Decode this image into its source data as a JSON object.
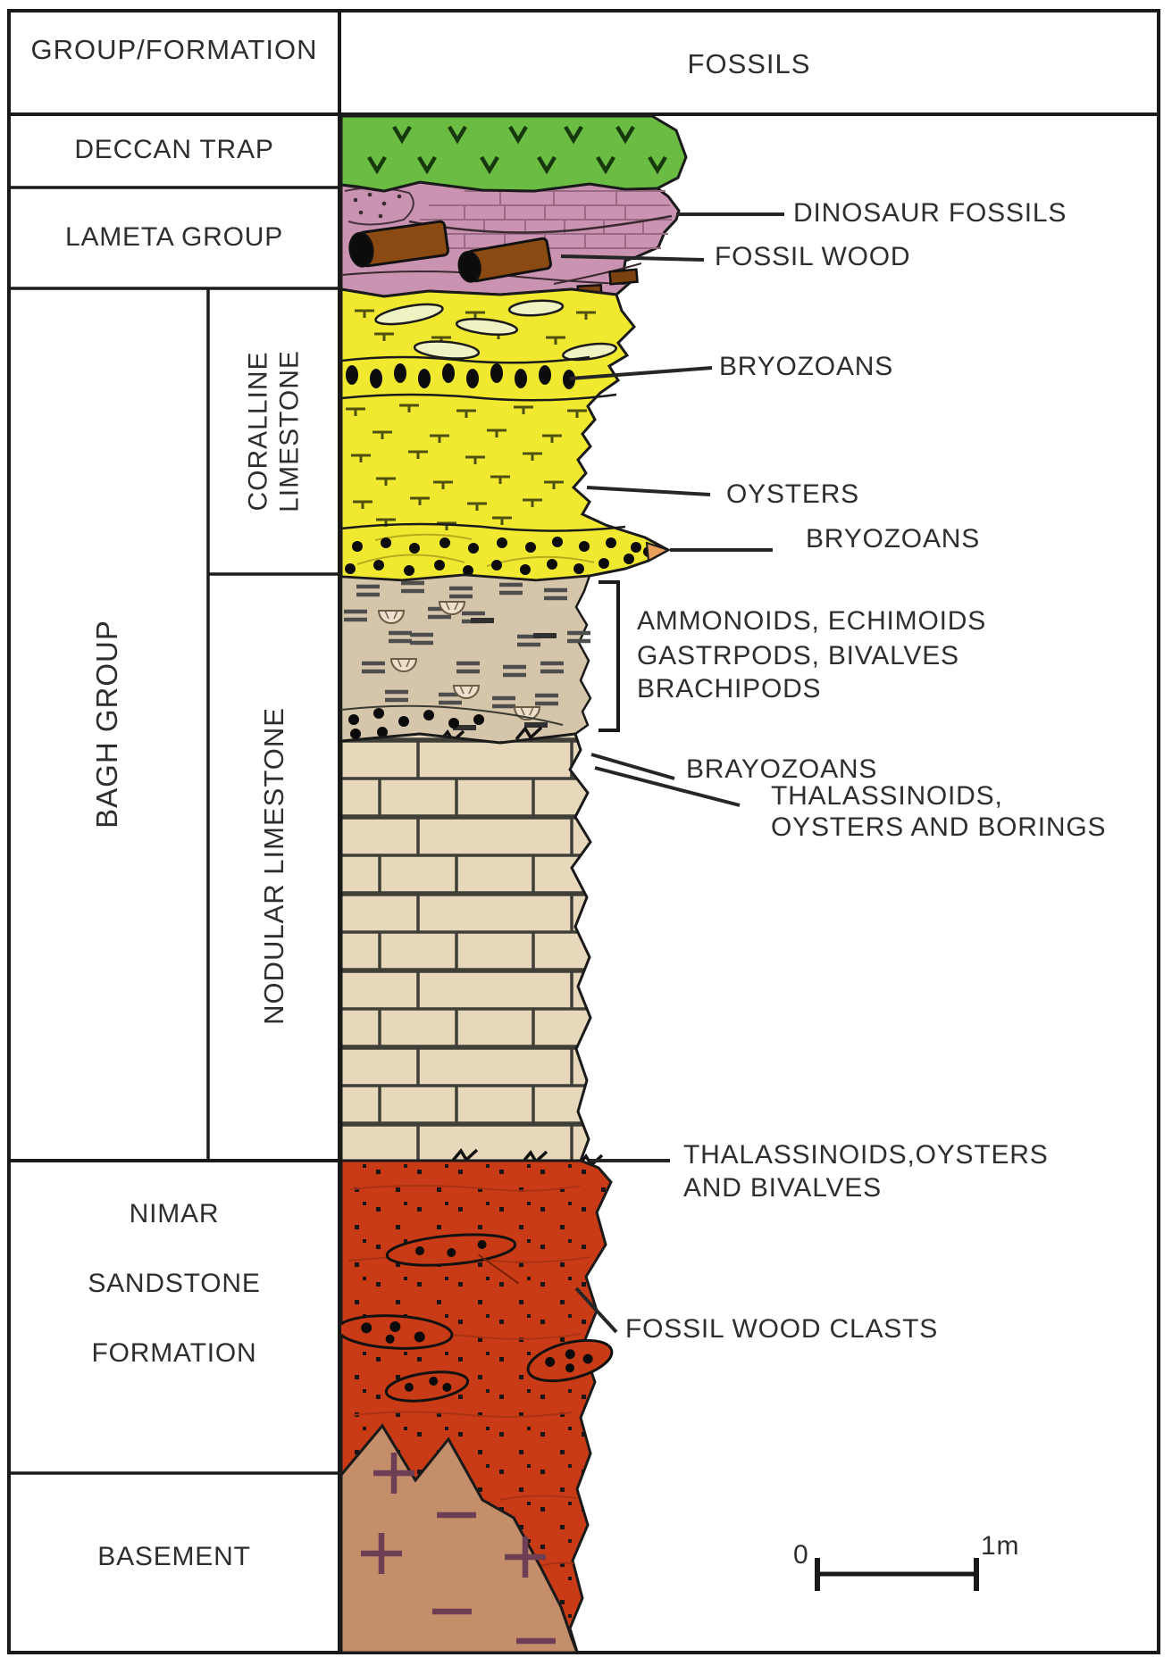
{
  "header": {
    "group_formation": "GROUP/FORMATION",
    "fossils": "FOSSILS"
  },
  "formations": {
    "deccan_trap": "DECCAN TRAP",
    "lameta_group": "LAMETA GROUP",
    "bagh_group": "BAGH GROUP",
    "coralline_line1": "CORALLINE",
    "coralline_line2": "LIMESTONE",
    "nodular_limestone": "NODULAR LIMESTONE",
    "nimar_line1": "NIMAR",
    "nimar_line2": "SANDSTONE",
    "nimar_line3": "FORMATION",
    "basement": "BASEMENT"
  },
  "fossil_labels": {
    "dinosaur_fossils": "DINOSAUR FOSSILS",
    "fossil_wood": "FOSSIL WOOD",
    "bryozoans_upper": "BRYOZOANS",
    "oysters": "OYSTERS",
    "bryozoans_lower": "BRYOZOANS",
    "ammonoids_line1": "AMMONOIDS, ECHIMOIDS",
    "ammonoids_line2": "GASTRPODS, BIVALVES",
    "ammonoids_line3": "BRACHIPODS",
    "brayozoans": "BRAYOZOANS",
    "thalassinoids_line1": "THALASSINOIDS,",
    "thalassinoids_line2": "OYSTERS AND BORINGS",
    "thal_oyst_biv_line1": "THALASSINOIDS,OYSTERS",
    "thal_oyst_biv_line2": "AND BIVALVES",
    "fossil_wood_clasts": "FOSSIL WOOD CLASTS"
  },
  "scale_bar": {
    "zero": "0",
    "one_meter": "1m"
  },
  "colors": {
    "deccan_green": "#6abd42",
    "lameta_pink": "#c993b1",
    "coralline_yellow": "#f0e930",
    "marl_tan": "#d5c5ab",
    "nodular_brick_fill": "#e7d8bb",
    "nimar_red": "#c93b16",
    "basement_brown": "#c48e6b",
    "wood_brown": "#8b4a12",
    "line_black": "#1a1a1a"
  }
}
